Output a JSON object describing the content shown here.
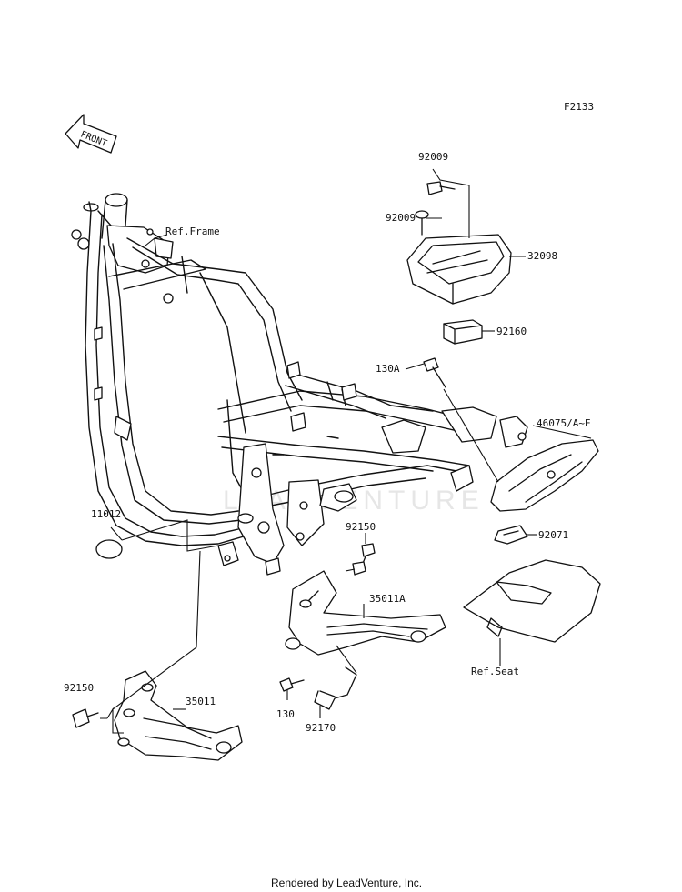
{
  "figure_code": "F2133",
  "front_label": "FRONT",
  "watermark": "LEADVENTURE",
  "credit": "Rendered by LeadVenture, Inc.",
  "callouts": {
    "ref_frame": "Ref.Frame",
    "p92009_top": "92009",
    "p92009_mid": "92009",
    "p32098": "32098",
    "p92160": "92160",
    "p130A": "130A",
    "p46075": "46075/A~E",
    "p11012": "11012",
    "p92150_mid": "92150",
    "p92071": "92071",
    "p35011A": "35011A",
    "ref_seat": "Ref.Seat",
    "p92150_left": "92150",
    "p35011": "35011",
    "p130": "130",
    "p92170": "92170"
  }
}
